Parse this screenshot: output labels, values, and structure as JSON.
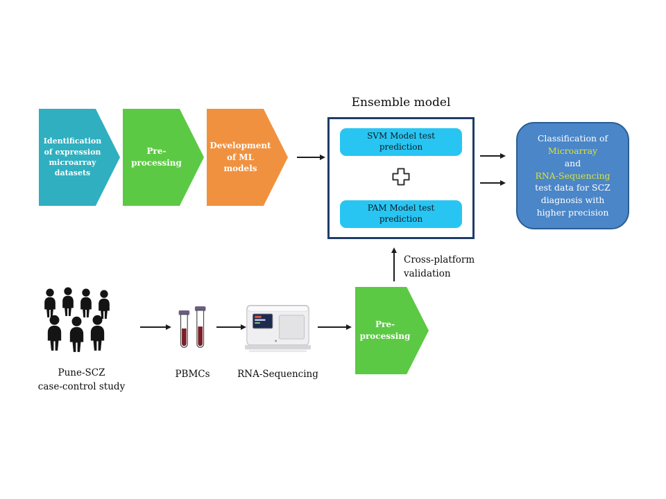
{
  "colors": {
    "teal": "#2FAFC0",
    "green": "#5CC944",
    "orange": "#F0913F",
    "cyan": "#29C5F2",
    "ensemble_border": "#1F3C68",
    "result_fill": "#4A86C8",
    "result_border": "#2A5E94",
    "highlight_yellow": "#DCE13A"
  },
  "top_flow": {
    "step1": "Identification of expression microarray datasets",
    "step2": "Pre-processing",
    "step3": "Development of ML models"
  },
  "ensemble": {
    "title": "Ensemble model",
    "svm": "SVM Model test prediction",
    "pam": "PAM Model test prediction"
  },
  "result": {
    "lines": [
      "Classification of",
      "Microarray",
      "and",
      "RNA-Sequencing",
      "test data for SCZ",
      "diagnosis with",
      "higher precision"
    ]
  },
  "bottom_flow": {
    "cohort_line1": "Pune-SCZ",
    "cohort_line2": "case-control study",
    "pbmcs": "PBMCs",
    "rnaseq": "RNA-Sequencing",
    "preprocessing": "Pre-processing",
    "validation_line1": "Cross-platform",
    "validation_line2": "validation"
  }
}
